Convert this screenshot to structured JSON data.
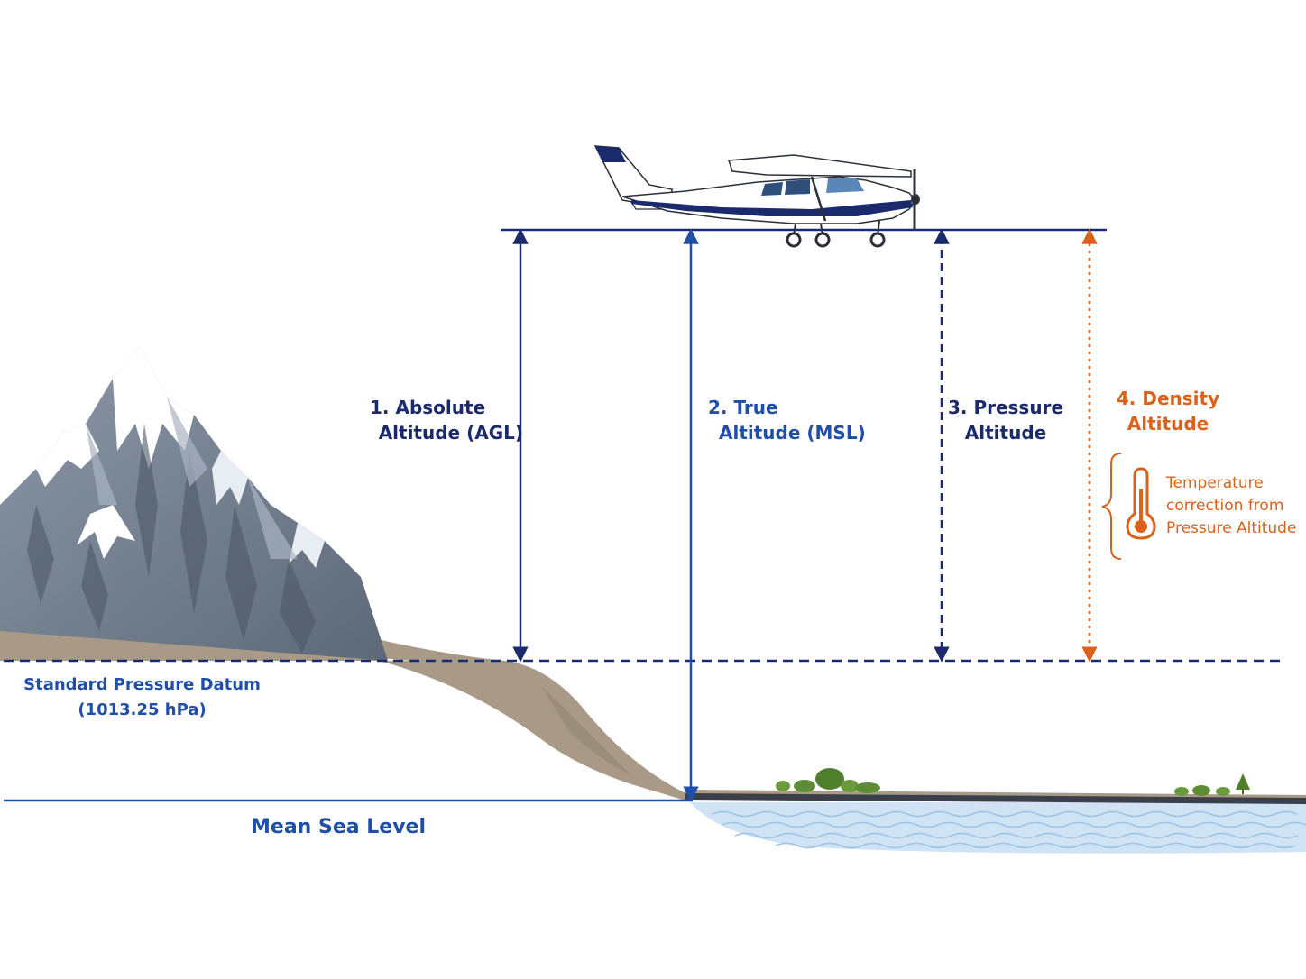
{
  "colors": {
    "navy": "#1a2a6c",
    "blue": "#1f4fa8",
    "orange": "#d9621c",
    "terrain": "#a89a86",
    "water": "#cfe3f5"
  },
  "labels": {
    "absolute": {
      "line1": "1. Absolute",
      "line2": "Altitude (AGL)"
    },
    "true_alt": {
      "line1": "2. True",
      "line2": "Altitude (MSL)"
    },
    "pressure": {
      "line1": "3. Pressure",
      "line2": "Altitude"
    },
    "density": {
      "line1": "4. Density",
      "line2": "Altitude"
    },
    "temperature_note": {
      "line1": "Temperature",
      "line2": "correction from",
      "line3": "Pressure Altitude"
    },
    "datum": {
      "line1": "Standard Pressure Datum",
      "line2": "(1013.25 hPa)"
    },
    "msl": "Mean Sea Level"
  },
  "icons": [
    "airplane-icon",
    "mountain-icon",
    "thermometer-icon",
    "tree-icon",
    "water-waves-icon",
    "brace-icon"
  ]
}
